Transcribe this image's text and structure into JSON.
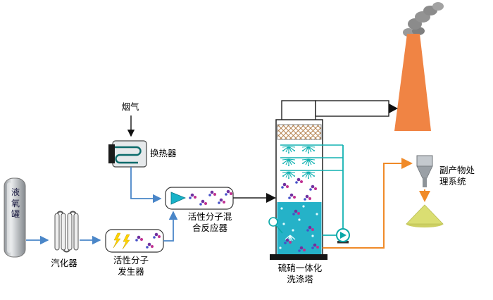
{
  "diagram": {
    "labels": {
      "tank": "液\n氧\n罐",
      "vaporizer": "汽化器",
      "generator": "活性分子\n发生器",
      "flue_gas": "烟气",
      "heat_exchanger": "换热器",
      "reactor": "活性分子混\n合反应器",
      "tower": "硫硝一体化\n洗涤塔",
      "byproduct": "副产物处\n理系统"
    },
    "colors": {
      "flow_line_blue": "#4a86c8",
      "recirculation_teal": "#12b2b2",
      "byproduct_orange": "#f08a28",
      "chimney_orange": "#f08444",
      "smoke_gray": "#8c8c8c",
      "liquid_teal": "#25b2c8",
      "molecule_purple": "#7030a0",
      "molecule_magenta": "#c03090",
      "lightning_yellow": "#ffd400",
      "byproduct_pile_yellow": "#dade72"
    }
  }
}
